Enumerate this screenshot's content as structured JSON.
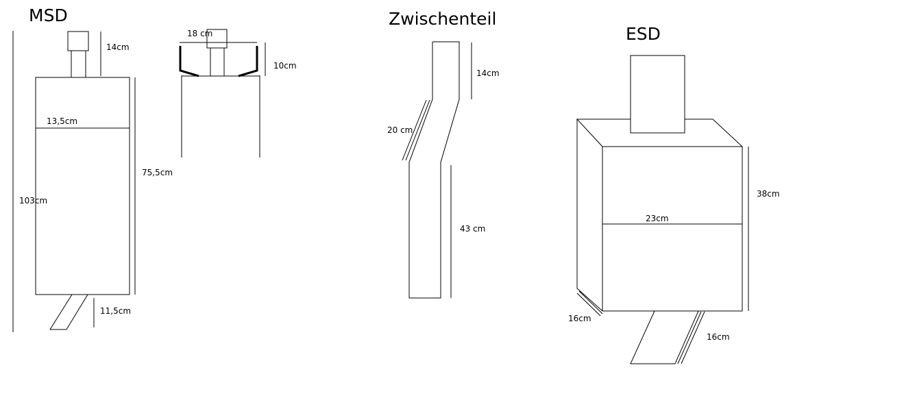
{
  "sections": {
    "msd": {
      "title": "MSD",
      "dims": {
        "top_pipe": "14cm",
        "width": "13,5cm",
        "total_height": "103cm",
        "body_height": "75,5cm",
        "bottom_pipe": "11,5cm"
      }
    },
    "msd_detail": {
      "dims": {
        "width": "18 cm",
        "height": "10cm"
      }
    },
    "zwischenteil": {
      "title": "Zwischenteil",
      "dims": {
        "top": "14cm",
        "middle": "20 cm",
        "bottom": "43 cm"
      }
    },
    "esd": {
      "title": "ESD",
      "dims": {
        "height": "38cm",
        "width": "23cm",
        "depth": "16cm",
        "pipe": "16cm"
      }
    }
  }
}
